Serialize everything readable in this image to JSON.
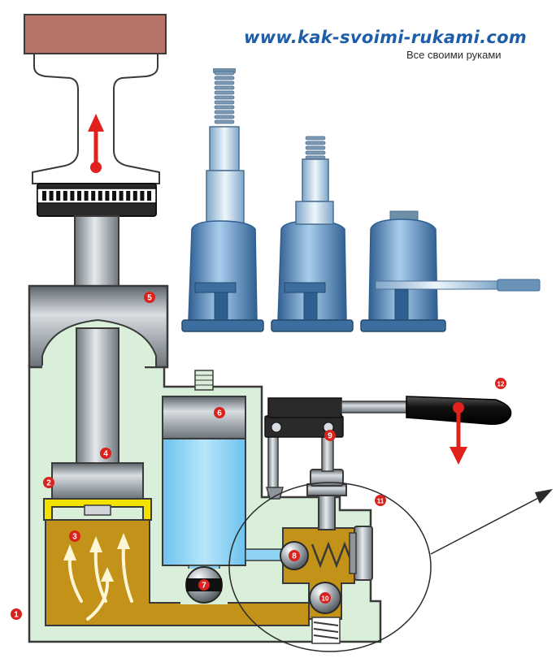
{
  "watermark": {
    "url": "www.kak-svoimi-rukami.com",
    "tagline": "Все своими руками"
  },
  "markers": [
    {
      "id": "1",
      "label": "❶"
    },
    {
      "id": "2",
      "label": "❷"
    },
    {
      "id": "3",
      "label": "❸"
    },
    {
      "id": "4",
      "label": "❹"
    },
    {
      "id": "5",
      "label": "❺"
    },
    {
      "id": "6",
      "label": "❻"
    },
    {
      "id": "7",
      "label": "❼"
    },
    {
      "id": "8",
      "label": "❽"
    },
    {
      "id": "9",
      "label": "❾"
    },
    {
      "id": "10",
      "label": "❿"
    },
    {
      "id": "11",
      "label": "⓫"
    },
    {
      "id": "12",
      "label": "⓬"
    }
  ],
  "colors": {
    "housing": "#d9efd9",
    "outline": "#3a3a3a",
    "oil": "#c29318",
    "water": "#8fd3f4",
    "steel": "#9ea6ad",
    "jack_blue": "#5f93c8",
    "marker": "#d8231f",
    "arrow_red": "#e0211d",
    "load": "#b87368",
    "watermark": "#1e5ea8"
  },
  "icons": [
    "up-arrow-icon",
    "down-arrow-icon",
    "zoom-pointer-arrow-icon"
  ]
}
